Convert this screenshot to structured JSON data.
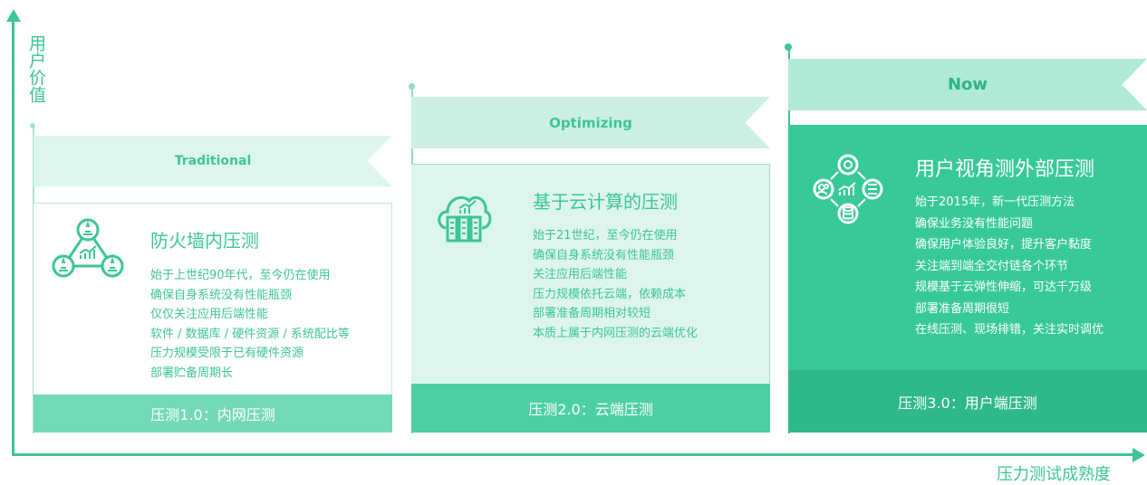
{
  "axes": {
    "y_label": "用户价值",
    "x_label": "压力测试成熟度"
  },
  "colors": {
    "accent": "#3cc596",
    "stage1_banner": "#ddf5ee",
    "stage1_footer": "#74d9b7",
    "stage2_banner": "#ccf0e4",
    "stage2_body": "#ddf5ee",
    "stage2_footer": "#4ccfa5",
    "stage3_banner": "#b0e9d6",
    "stage3_body": "#38c999",
    "stage3_footer": "#2fb88b"
  },
  "stages": [
    {
      "banner": "Traditional",
      "icon": "triangle-network-chart-icon",
      "title": "防火墙内压测",
      "lines": [
        "始于上世纪90年代，至今仍在使用",
        "确保自身系统没有性能瓶颈",
        "仅仅关注应用后端性能",
        "软件 / 数据库 / 硬件资源 / 系统配比等",
        "压力规模受限于已有硬件资源",
        "部署贮备周期长"
      ],
      "footer": "压测1.0：内网压测"
    },
    {
      "banner": "Optimizing",
      "icon": "cloud-server-chart-icon",
      "title": "基于云计算的压测",
      "lines": [
        "始于21世纪，至今仍在使用",
        "确保自身系统没有性能瓶颈",
        "关注应用后端性能",
        "压力规模依托云端，依赖成本",
        "部署准备周期相对较短",
        "本质上属于内网压测的云端优化"
      ],
      "footer": "压测2.0：云端压测"
    },
    {
      "banner": "Now",
      "icon": "user-cycle-chart-icon",
      "title": "用户视角测外部压测",
      "lines": [
        "始于2015年，新一代压测方法",
        "确保业务没有性能问题",
        "确保用户体验良好，提升客户黏度",
        "关注端到端全交付链各个环节",
        "规模基于云弹性伸缩，可达千万级",
        "部署准备周期很短",
        "在线压测、现场排错，关注实时调优"
      ],
      "footer": "压测3.0：用户端压测"
    }
  ]
}
